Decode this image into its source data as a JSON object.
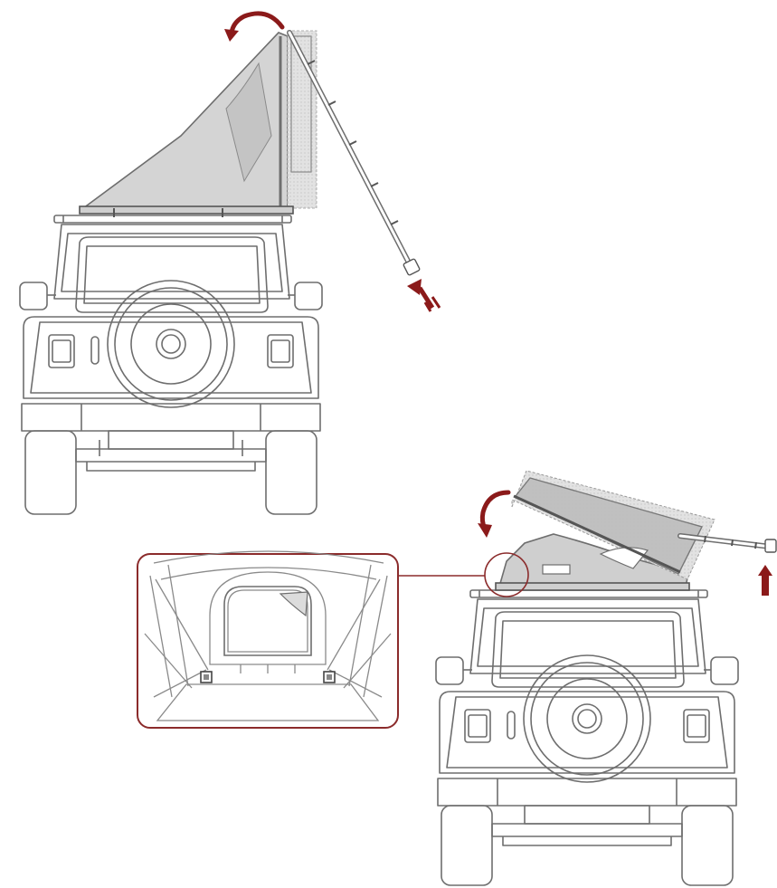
{
  "diagram": {
    "steps": [
      {
        "id": "step-1",
        "tent_state": "open-triangle",
        "arrows": [
          "rotate-counterclockwise",
          "push-up"
        ]
      },
      {
        "id": "step-2",
        "tent_state": "closing",
        "arrows": [
          "rotate-counterclockwise",
          "push-up"
        ]
      }
    ],
    "detail_view": {
      "subject": "tent-interior",
      "linked_to": "step-2-hinge"
    },
    "vehicle": "jeep-rear-view"
  },
  "colors": {
    "line": "#6e6e6e",
    "line_light": "#bdbdbd",
    "tent_fill": "#d4d4d4",
    "tent_dark": "#9a9a9a",
    "arrow": "#8b1a1a",
    "callout": "#8b2b2b",
    "background": "#ffffff"
  },
  "icons": {
    "rotate_arrow": "curved-arrow-icon",
    "push_arrow": "up-arrow-icon"
  }
}
